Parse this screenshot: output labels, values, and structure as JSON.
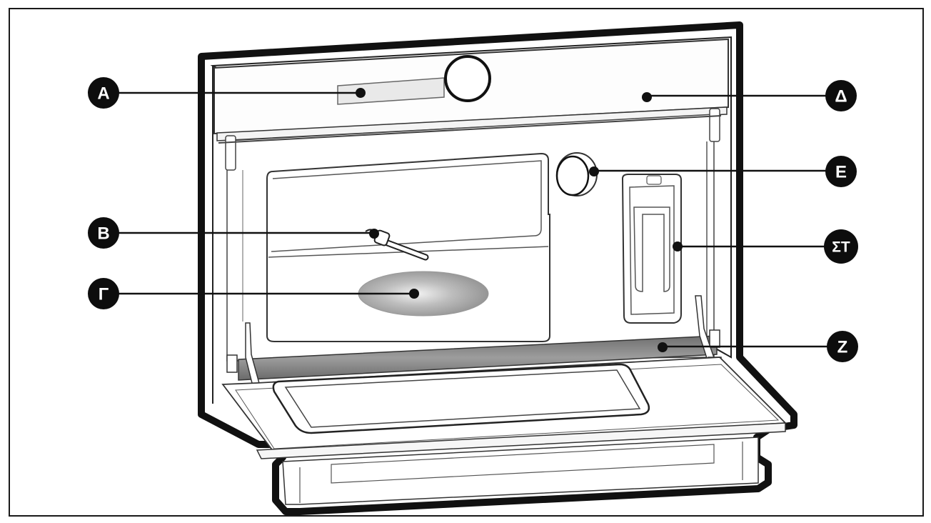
{
  "diagram": {
    "callouts": [
      {
        "id": "A",
        "label": "A"
      },
      {
        "id": "B",
        "label": "B"
      },
      {
        "id": "G",
        "label": "Γ"
      },
      {
        "id": "D",
        "label": "Δ"
      },
      {
        "id": "E",
        "label": "E"
      },
      {
        "id": "ST",
        "label": "ΣΤ"
      },
      {
        "id": "Z",
        "label": "Z"
      }
    ],
    "colors": {
      "outline": "#111111",
      "callout_fill": "#0d0d0d",
      "control_panel_slot": "#e9e9e9",
      "reflector_ellipse": "#9a9a9a",
      "drip_bar": "#8a8a8a"
    }
  }
}
